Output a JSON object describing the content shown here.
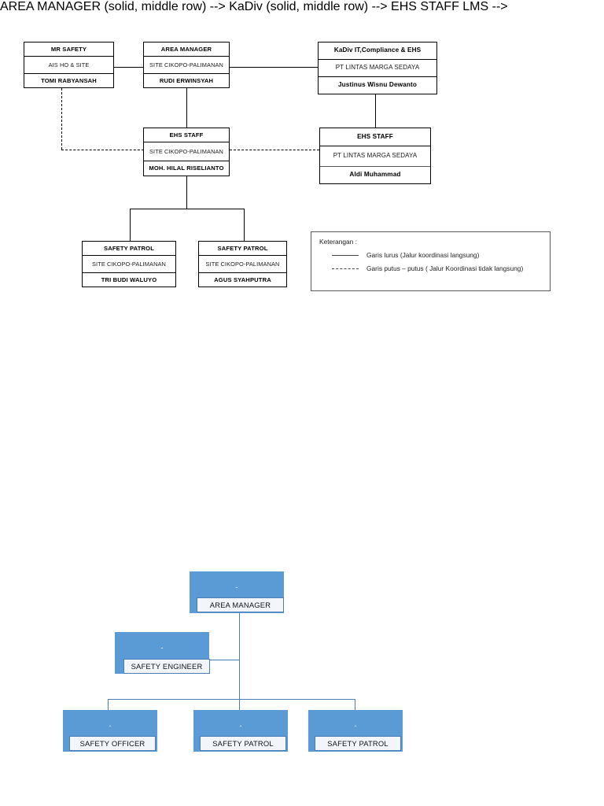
{
  "org_chart": {
    "type": "organization-chart",
    "nodes": [
      {
        "id": "mr-safety",
        "title": "MR SAFETY",
        "subtitle": "AIS HO & SITE",
        "name": "TOMI RABYANSAH"
      },
      {
        "id": "area-manager",
        "title": "AREA MANAGER",
        "subtitle": "SITE CIKOPO-PALIMANAN",
        "name": "RUDI ERWINSYAH"
      },
      {
        "id": "kadiv",
        "title": "KaDiv IT,Compliance & EHS",
        "subtitle": "PT LINTAS MARGA SEDAYA",
        "name": "Justinus Wisnu Dewanto"
      },
      {
        "id": "ehs-staff-site",
        "title": "EHS STAFF",
        "subtitle": "SITE CIKOPO-PALIMANAN",
        "name": "MOH. HILAL RISELIANTO"
      },
      {
        "id": "ehs-staff-lms",
        "title": "EHS STAFF",
        "subtitle": "PT LINTAS MARGA SEDAYA",
        "name": "Aldi Muhammad"
      },
      {
        "id": "safety-patrol-1",
        "title": "SAFETY PATROL",
        "subtitle": "SITE CIKOPO-PALIMANAN",
        "name": "TRI BUDI WALUYO"
      },
      {
        "id": "safety-patrol-2",
        "title": "SAFETY PATROL",
        "subtitle": "SITE CIKOPO-PALIMANAN",
        "name": "AGUS SYAHPUTRA"
      }
    ]
  },
  "legend": {
    "title": "Keterangan :",
    "items": [
      {
        "style": "solid",
        "label": "Garis lurus (Jalur koordinasi langsung)"
      },
      {
        "style": "dashed",
        "label": "Garis putus – putus ( Jalur Koordinasi tidak langsung)"
      }
    ]
  },
  "blue_chart": {
    "type": "organization-chart",
    "accent_color": "#5B9BD5",
    "placeholder_text": "-",
    "nodes": [
      {
        "id": "blue-area-manager",
        "placeholder": "-",
        "label": "AREA MANAGER"
      },
      {
        "id": "blue-safety-engineer",
        "placeholder": "-",
        "label": "SAFETY ENGINEER"
      },
      {
        "id": "blue-safety-officer",
        "placeholder": "-",
        "label": "SAFETY OFFICER"
      },
      {
        "id": "blue-safety-patrol-1",
        "placeholder": "-",
        "label": "SAFETY PATROL"
      },
      {
        "id": "blue-safety-patrol-2",
        "placeholder": "-",
        "label": "SAFETY PATROL"
      }
    ]
  }
}
